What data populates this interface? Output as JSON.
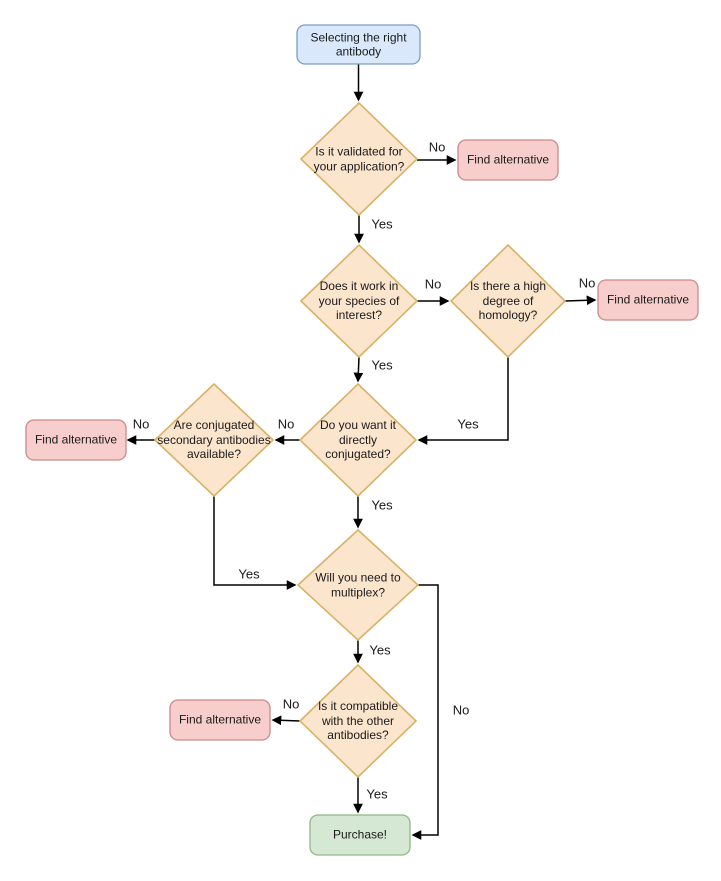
{
  "title": "Selecting the right antibody flowchart",
  "colors": {
    "start-fill": "#dae8fc",
    "start-stroke": "#7b9bc7",
    "decision-fill": "#fce5cd",
    "decision-stroke": "#d8b266",
    "alternative-fill": "#f8cecc",
    "alternative-stroke": "#c98a88",
    "end-fill": "#d5e8d4",
    "end-stroke": "#8fb786",
    "edge": "#000000",
    "text": "#1a1a1a"
  },
  "nodes": {
    "start": {
      "label": "Selecting the right\nantibody"
    },
    "validated": {
      "label": "Is it validated for\nyour application?"
    },
    "find_alternative_1": {
      "label": "Find alternative"
    },
    "species": {
      "label": "Does it work in\nyour species of\ninterest?"
    },
    "homology": {
      "label": "Is there a high\ndegree  of\nhomology?"
    },
    "find_alternative_2": {
      "label": "Find alternative"
    },
    "conjugated": {
      "label": "Do you want it\ndirectly\nconjugated?"
    },
    "secondary": {
      "label": "Are conjugated\nsecondary antibodies\navailable?"
    },
    "find_alternative_3": {
      "label": "Find alternative"
    },
    "multiplex": {
      "label": "Will you need to\nmultiplex?"
    },
    "compatible": {
      "label": "Is it compatible\nwith the other\nantibodies?"
    },
    "find_alternative_4": {
      "label": "Find alternative"
    },
    "purchase": {
      "label": "Purchase!"
    }
  },
  "edge_labels": {
    "validated_no": "No",
    "validated_yes": "Yes",
    "species_no": "No",
    "species_yes": "Yes",
    "homology_no": "No",
    "homology_yes": "Yes",
    "conjugated_no": "No",
    "conjugated_yes": "Yes",
    "secondary_no": "No",
    "secondary_yes": "Yes",
    "multiplex_yes": "Yes",
    "multiplex_no": "No",
    "compatible_no": "No",
    "compatible_yes": "Yes"
  }
}
